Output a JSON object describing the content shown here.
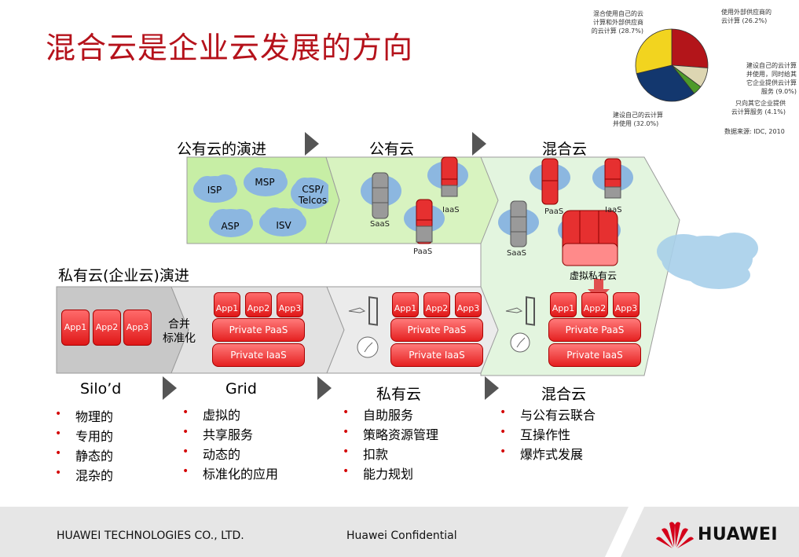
{
  "title": "混合云是企业云发展的方向",
  "pie": {
    "slices": [
      {
        "label": "使用外部供应商的云计算 (26.2%)",
        "value": 26.2,
        "color": "#b3151a"
      },
      {
        "label": "建设自己的云计算并使用，同时给其它企业提供云计算服务 (9.0%)",
        "value": 9.0,
        "color": "#ddd6b2"
      },
      {
        "label": "只向其它企业提供云计算服务 (4.1%)",
        "value": 4.1,
        "color": "#4d9a2a"
      },
      {
        "label": "建设自己的云计算并使用 (32.0%)",
        "value": 32.0,
        "color": "#13376e"
      },
      {
        "label": "混合使用自己的云计算和外部供应商的云计算 (28.7%)",
        "value": 28.7,
        "color": "#f2d41f"
      }
    ],
    "label_texts": {
      "top_right": [
        "使用外部供应商的",
        "云计算 (26.2%)"
      ],
      "right_1": [
        "建设自己的云计算",
        "并使用，同时给其",
        "它企业提供云计算",
        "服务 (9.0%)"
      ],
      "right_2": [
        "只向其它企业提供",
        "云计算服务 (4.1%)"
      ],
      "bottom_left": [
        "建设自己的云计算",
        "并使用 (32.0%)"
      ],
      "top_left": [
        "混合使用自己的云",
        "计算和外部供应商",
        "的云计算 (28.7%)"
      ]
    },
    "source": "数据来源: IDC, 2010"
  },
  "top_row": {
    "headers": [
      "公有云的演进",
      "公有云",
      "混合云"
    ],
    "clouds": [
      "ISP",
      "MSP",
      "CSP/\nTelcos",
      "ASP",
      "ISV"
    ],
    "public_cloud": {
      "saas": "SaaS",
      "iaas": "IaaS",
      "paas": "PaaS"
    },
    "hybrid_cloud": {
      "paas": "PaaS",
      "iaas": "IaaS",
      "saas": "SaaS",
      "virtual_private": "虚拟私有云"
    }
  },
  "private_row": {
    "header": "私有云(企业云)演进",
    "silo_apps": [
      "App1",
      "App2",
      "App3"
    ],
    "merge_label": "合并\n标准化",
    "grid_apps": [
      "App1",
      "App2",
      "App3"
    ],
    "grid_paas": "Private PaaS",
    "grid_iaas": "Private IaaS",
    "priv_apps": [
      "App1",
      "App2",
      "App3"
    ],
    "priv_paas": "Private PaaS",
    "priv_iaas": "Private IaaS",
    "hyb_apps": [
      "App1",
      "App2",
      "App3"
    ],
    "hyb_paas": "Private PaaS",
    "hyb_iaas": "Private IaaS"
  },
  "stages": [
    {
      "title": "Silo’d",
      "items": [
        "物理的",
        "专用的",
        "静态的",
        "混杂的"
      ]
    },
    {
      "title": "Grid",
      "items": [
        "虚拟的",
        "共享服务",
        "动态的",
        "标准化的应用"
      ]
    },
    {
      "title": "私有云",
      "items": [
        "自助服务",
        "策略资源管理",
        "扣款",
        "能力规划"
      ]
    },
    {
      "title": "混合云",
      "items": [
        "与公有云联合",
        "互操作性",
        "爆炸式发展"
      ]
    }
  ],
  "bullet_glyph": "•",
  "footer": {
    "company": "HUAWEI TECHNOLOGIES CO., LTD.",
    "confidential": "Huawei Confidential",
    "brand": "HUAWEI",
    "brand_color": "#d4001a"
  }
}
